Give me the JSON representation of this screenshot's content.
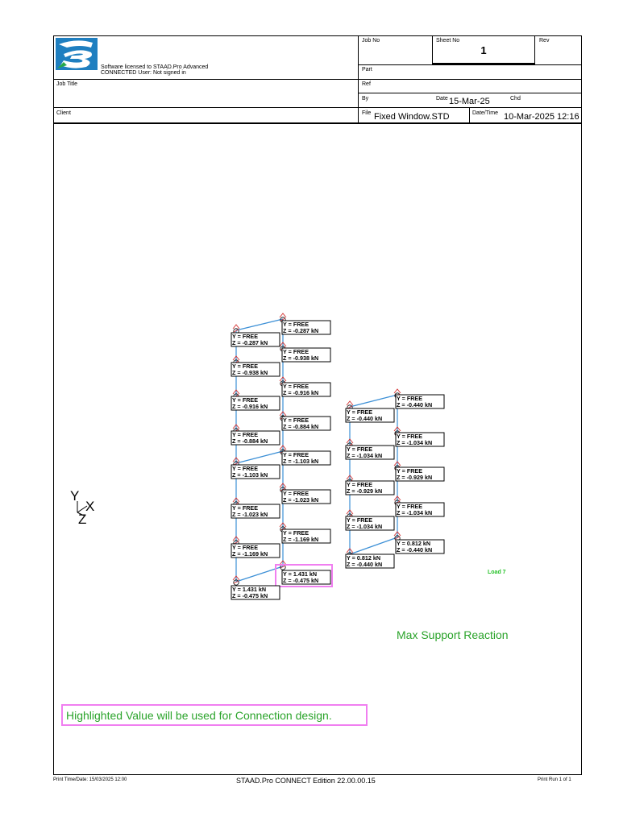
{
  "header": {
    "license_line1": "Software licensed to STAAD.Pro Advanced",
    "license_line2": "CONNECTED User: Not signed in",
    "job_no_label": "Job No",
    "sheet_no_label": "Sheet No",
    "sheet_no": "1",
    "rev_label": "Rev",
    "part_label": "Part",
    "job_title_label": "Job Title",
    "ref_label": "Ref",
    "by_label": "By",
    "date_label": "Date",
    "date_value": "15-Mar-25",
    "chd_label": "Chd",
    "client_label": "Client",
    "file_label": "File",
    "file_value": "Fixed Window.STD",
    "datetime_label": "Date/Time",
    "datetime_value": "10-Mar-2025 12:16"
  },
  "diagram": {
    "axis": {
      "y": "Y",
      "x": "X",
      "z": "Z"
    },
    "load_label": "Load 7",
    "reactions": [
      {
        "y": "Y = FREE",
        "z": "Z = -0.287 kN"
      },
      {
        "y": "Y = FREE",
        "z": "Z = -0.287 kN"
      },
      {
        "y": "Y = FREE",
        "z": "Z = -0.938 kN"
      },
      {
        "y": "Y = FREE",
        "z": "Z = -0.938 kN"
      },
      {
        "y": "Y = FREE",
        "z": "Z = -0.916 kN"
      },
      {
        "y": "Y = FREE",
        "z": "Z = -0.916 kN"
      },
      {
        "y": "Y = FREE",
        "z": "Z = -0.884 kN"
      },
      {
        "y": "Y = FREE",
        "z": "Z = -0.884 kN"
      },
      {
        "y": "Y = FREE",
        "z": "Z = -1.103 kN"
      },
      {
        "y": "Y = FREE",
        "z": "Z = -1.103 kN"
      },
      {
        "y": "Y = FREE",
        "z": "Z = -1.023 kN"
      },
      {
        "y": "Y = FREE",
        "z": "Z = -1.023 kN"
      },
      {
        "y": "Y = FREE",
        "z": "Z = -1.169 kN"
      },
      {
        "y": "Y = FREE",
        "z": "Z = -1.169 kN"
      },
      {
        "y": "Y = 1.431 kN",
        "z": "Z = -0.475 kN"
      },
      {
        "y": "Y = 1.431 kN",
        "z": "Z = -0.475 kN"
      },
      {
        "y": "Y = FREE",
        "z": "Z = -0.440 kN"
      },
      {
        "y": "Y = FREE",
        "z": "Z = -0.440 kN"
      },
      {
        "y": "Y = FREE",
        "z": "Z = -1.034 kN"
      },
      {
        "y": "Y = FREE",
        "z": "Z = -1.034 kN"
      },
      {
        "y": "Y = FREE",
        "z": "Z = -0.929 kN"
      },
      {
        "y": "Y = FREE",
        "z": "Z = -0.929 kN"
      },
      {
        "y": "Y = FREE",
        "z": "Z = -1.034 kN"
      },
      {
        "y": "Y = FREE",
        "z": "Z = -1.034 kN"
      },
      {
        "y": "Y = 0.812 kN",
        "z": "Z = -0.440 kN"
      },
      {
        "y": "Y = 0.812 kN",
        "z": "Z = -0.440 kN"
      }
    ],
    "highlight_index": 14,
    "max_reaction_text": "Max Support Reaction",
    "note_text": "Highlighted Value will be used for Connection design.",
    "colors": {
      "member": "#3b8fd6",
      "support": "#d33030",
      "highlight": "#f07ff0",
      "annotation": "#2aa32a"
    }
  },
  "footer": {
    "print_time": "Print Time/Date: 15/03/2025 12:00",
    "edition": "STAAD.Pro CONNECT Edition 22.00.00.15",
    "print_run": "Print Run 1 of 1"
  }
}
